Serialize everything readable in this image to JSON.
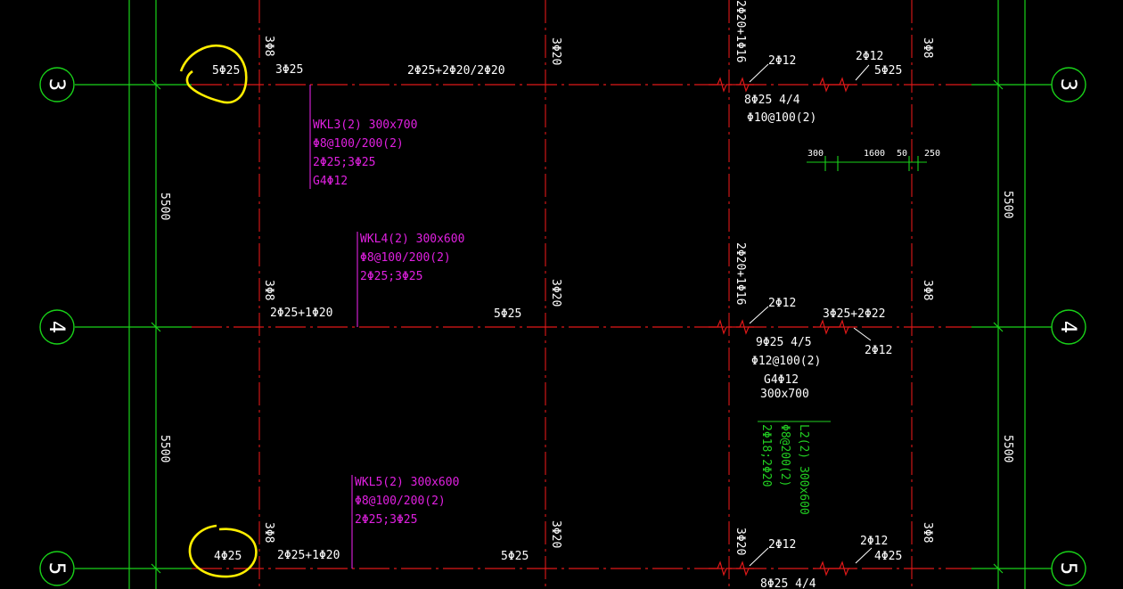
{
  "colors": {
    "background": "#000000",
    "axis": "#19d219",
    "beam": "#e01818",
    "text": "#ffffff",
    "beam_label": "#e020e0",
    "secondary": "#22d022",
    "highlight": "#ffee00"
  },
  "axes": [
    {
      "id": "3",
      "label": "3"
    },
    {
      "id": "4",
      "label": "4"
    },
    {
      "id": "5",
      "label": "5"
    }
  ],
  "dimensions": {
    "left": [
      "5500",
      "5500"
    ],
    "right": [
      "5500",
      "5500"
    ],
    "detail": [
      "300",
      "1600",
      "50",
      "250"
    ]
  },
  "beam_blocks": [
    {
      "id": "wkl3",
      "lines": [
        "WKL3(2) 300x700",
        "Φ8@100/200(2)",
        "2Φ25;3Φ25",
        "G4Φ12"
      ]
    },
    {
      "id": "wkl4",
      "lines": [
        "WKL4(2) 300x600",
        "Φ8@100/200(2)",
        "2Φ25;3Φ25"
      ]
    },
    {
      "id": "wkl5",
      "lines": [
        "WKL5(2) 300x600",
        "Φ8@100/200(2)",
        "2Φ25;3Φ25"
      ]
    }
  ],
  "secondary_beam": {
    "lines": [
      "L2(2) 300x600",
      "Φ8@200(2)",
      "2Φ18;2Φ20"
    ]
  },
  "annotations": {
    "row3": {
      "left_support": "5Φ25",
      "top_left": "3Φ25",
      "top_mid": "2Φ25+2Φ20/2Φ20",
      "right_a": "2Φ12",
      "right_b": "2Φ12",
      "right_c": "5Φ25",
      "span_a": "8Φ25 4/4",
      "span_b": "Φ10@100(2)"
    },
    "row4": {
      "top_left": "2Φ25+1Φ20",
      "bottom_mid": "5Φ25",
      "right_a": "2Φ12",
      "right_b": "3Φ25+2Φ22",
      "right_c": "2Φ12",
      "span_a": "9Φ25 4/5",
      "span_b": "Φ12@100(2)",
      "span_c": "G4Φ12",
      "span_d": "300x700"
    },
    "row5": {
      "left_support": "4Φ25",
      "top_left": "2Φ25+1Φ20",
      "bottom_mid": "5Φ25",
      "right_a": "2Φ12",
      "right_b": "2Φ12",
      "right_c": "4Φ25",
      "span_a": "8Φ25 4/4"
    },
    "columns": {
      "c1_r3": "3Φ8",
      "c1_r4": "3Φ8",
      "c1_r5": "3Φ8",
      "c2_r3": "3Φ20",
      "c2_r4": "3Φ20",
      "c2_r5": "3Φ20",
      "c3_top": "2Φ20+1Φ16",
      "c3_mid": "2Φ20+1Φ16",
      "c3_r5": "3Φ20",
      "c4_r3": "3Φ8",
      "c4_r4": "3Φ8",
      "c4_r5": "3Φ8"
    }
  }
}
